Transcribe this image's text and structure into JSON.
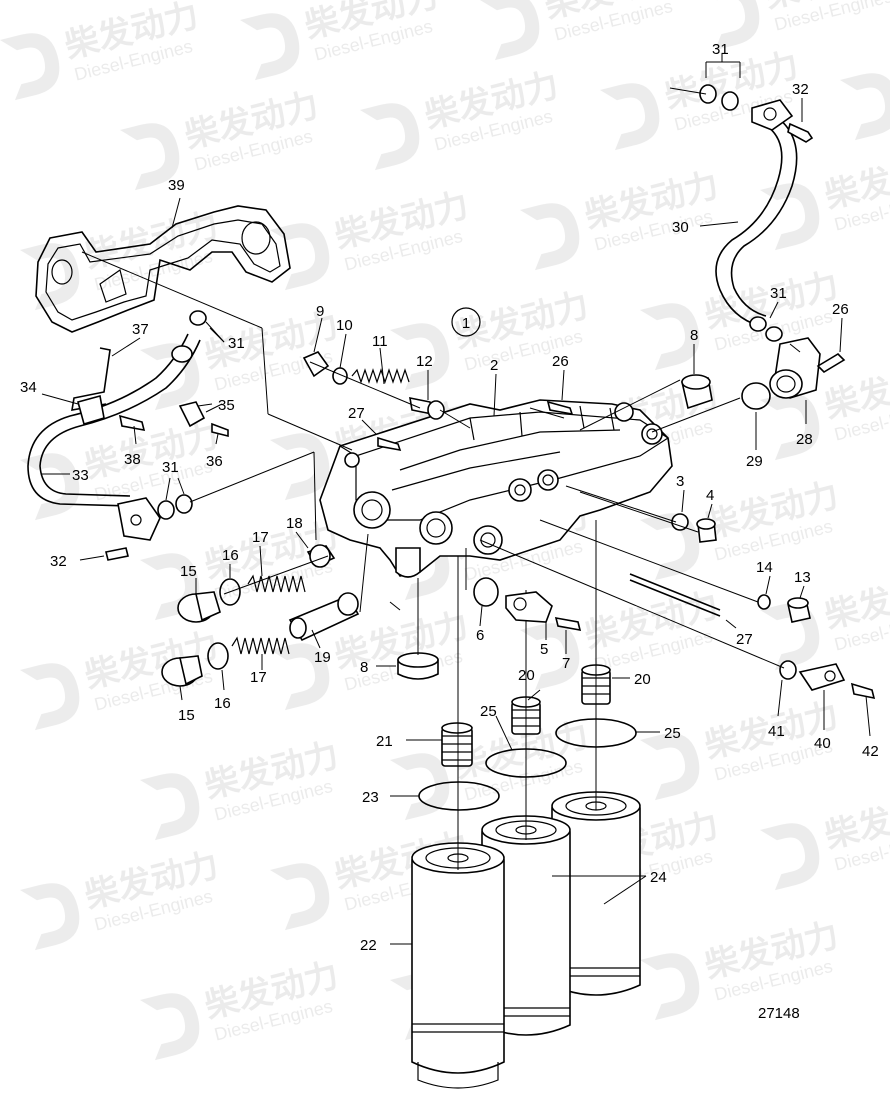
{
  "drawing": {
    "number": "27148",
    "group_marker": "1",
    "watermark": {
      "brand_cn": "柴发动力",
      "brand_en": "Diesel-Engines"
    },
    "callouts": [
      {
        "id": "c1",
        "label": "1"
      },
      {
        "id": "c2",
        "label": "2"
      },
      {
        "id": "c3",
        "label": "3"
      },
      {
        "id": "c4",
        "label": "4"
      },
      {
        "id": "c5",
        "label": "5"
      },
      {
        "id": "c6",
        "label": "6"
      },
      {
        "id": "c7",
        "label": "7"
      },
      {
        "id": "c8a",
        "label": "8"
      },
      {
        "id": "c8b",
        "label": "8"
      },
      {
        "id": "c9",
        "label": "9"
      },
      {
        "id": "c10",
        "label": "10"
      },
      {
        "id": "c11",
        "label": "11"
      },
      {
        "id": "c12",
        "label": "12"
      },
      {
        "id": "c13",
        "label": "13"
      },
      {
        "id": "c14",
        "label": "14"
      },
      {
        "id": "c15a",
        "label": "15"
      },
      {
        "id": "c15b",
        "label": "15"
      },
      {
        "id": "c16a",
        "label": "16"
      },
      {
        "id": "c16b",
        "label": "16"
      },
      {
        "id": "c17a",
        "label": "17"
      },
      {
        "id": "c17b",
        "label": "17"
      },
      {
        "id": "c18",
        "label": "18"
      },
      {
        "id": "c19",
        "label": "19"
      },
      {
        "id": "c20a",
        "label": "20"
      },
      {
        "id": "c20b",
        "label": "20"
      },
      {
        "id": "c21",
        "label": "21"
      },
      {
        "id": "c22",
        "label": "22"
      },
      {
        "id": "c23",
        "label": "23"
      },
      {
        "id": "c24",
        "label": "24"
      },
      {
        "id": "c25a",
        "label": "25"
      },
      {
        "id": "c25b",
        "label": "25"
      },
      {
        "id": "c26a",
        "label": "26"
      },
      {
        "id": "c26b",
        "label": "26"
      },
      {
        "id": "c27a",
        "label": "27"
      },
      {
        "id": "c27b",
        "label": "27"
      },
      {
        "id": "c28",
        "label": "28"
      },
      {
        "id": "c29",
        "label": "29"
      },
      {
        "id": "c30",
        "label": "30"
      },
      {
        "id": "c31a",
        "label": "31"
      },
      {
        "id": "c31b",
        "label": "31"
      },
      {
        "id": "c31c",
        "label": "31"
      },
      {
        "id": "c31d",
        "label": "31"
      },
      {
        "id": "c32a",
        "label": "32"
      },
      {
        "id": "c32b",
        "label": "32"
      },
      {
        "id": "c33",
        "label": "33"
      },
      {
        "id": "c34",
        "label": "34"
      },
      {
        "id": "c35",
        "label": "35"
      },
      {
        "id": "c36",
        "label": "36"
      },
      {
        "id": "c37",
        "label": "37"
      },
      {
        "id": "c38",
        "label": "38"
      },
      {
        "id": "c39",
        "label": "39"
      },
      {
        "id": "c40",
        "label": "40"
      },
      {
        "id": "c41",
        "label": "41"
      },
      {
        "id": "c42",
        "label": "42"
      }
    ]
  }
}
